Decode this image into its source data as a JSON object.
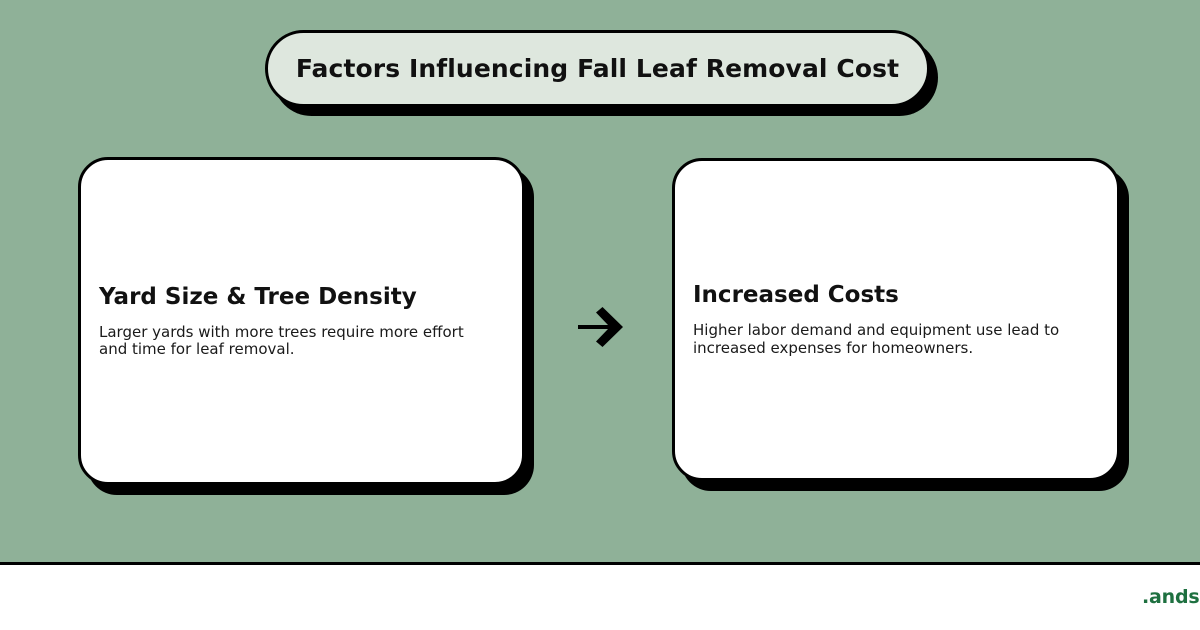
{
  "theme": {
    "background_green": "#8fb198",
    "pill_fill": "#dee7de",
    "card_fill": "#ffffff",
    "outline": "#000000",
    "watermark_green": "#1e7040"
  },
  "header": {
    "title": "Factors Influencing Fall Leaf Removal Cost"
  },
  "flow": {
    "connector_icon": "arrow-right-icon",
    "steps": [
      {
        "title": "Yard Size & Tree Density",
        "body": "Larger yards with more trees require more effort and time for leaf removal."
      },
      {
        "title": "Increased Costs",
        "body": "Higher labor demand and equipment use lead to increased expenses for homeowners."
      }
    ]
  },
  "footer": {
    "watermark": ".andsc"
  }
}
